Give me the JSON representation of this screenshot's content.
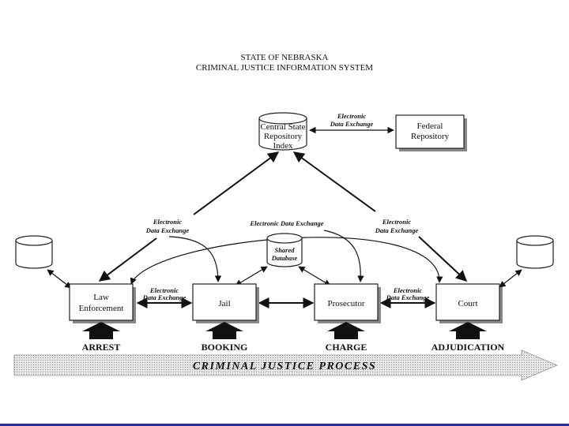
{
  "title": {
    "line1": "STATE OF NEBRASKA",
    "line2": "CRIMINAL JUSTICE INFORMATION SYSTEM"
  },
  "nodes": {
    "central_repository": [
      "Central State",
      "Repository",
      "Index"
    ],
    "federal_repository": [
      "Federal",
      "Repository"
    ],
    "shared_database": [
      "Shared",
      "Database"
    ],
    "law_enforcement": [
      "Law",
      "Enforcement"
    ],
    "jail": [
      "Jail"
    ],
    "prosecutor": [
      "Prosecutor"
    ],
    "court": [
      "Court"
    ]
  },
  "edge_labels": {
    "central_federal": [
      "Electronic",
      "Data Exchange"
    ],
    "law_to_central": [
      "Electronic",
      "Data Exchange"
    ],
    "court_to_central": [
      "Electronic",
      "Data Exchange"
    ],
    "top_curve": "Electronic Data Exchange",
    "law_jail": [
      "Electronic",
      "Data Exchange"
    ],
    "prosecutor_court": [
      "Electronic",
      "Data Exchange"
    ]
  },
  "stages": [
    "ARREST",
    "BOOKING",
    "CHARGE",
    "ADJUDICATION"
  ],
  "process_label": "CRIMINAL  JUSTICE  PROCESS",
  "colors": {
    "bottom_band": "#2b2f8f",
    "process_band": "#d4d4d4"
  }
}
